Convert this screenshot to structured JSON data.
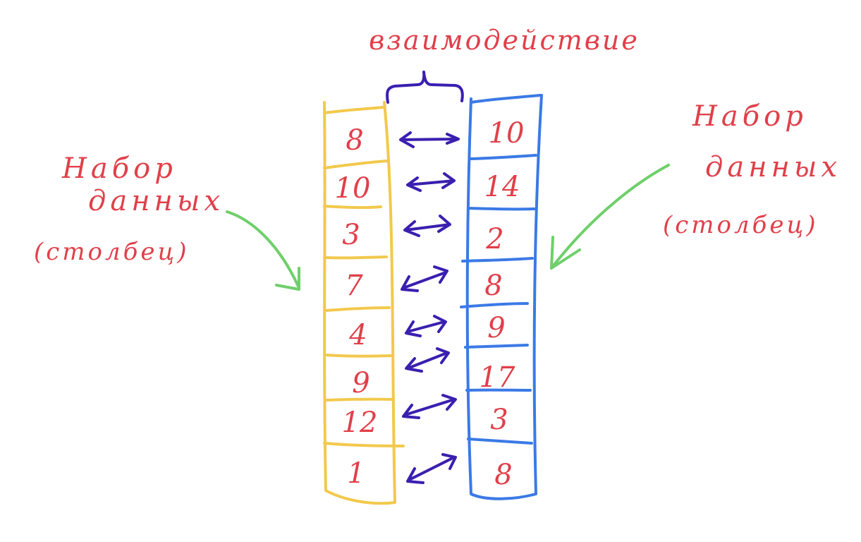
{
  "title": "взаимодействие",
  "left_label": {
    "line1": "Набор",
    "line2": "данных",
    "line3": "(столбец)"
  },
  "right_label": {
    "line1": "Набор",
    "line2": "данных",
    "line3": "(столбец)"
  },
  "left_column": [
    "8",
    "10",
    "3",
    "7",
    "4",
    "9",
    "12",
    "1"
  ],
  "right_column": [
    "10",
    "14",
    "2",
    "8",
    "9",
    "17",
    "3",
    "8"
  ],
  "colors": {
    "text": "#e0404a",
    "left_column": "#f2c94c",
    "right_column": "#3b7ae6",
    "arrows": "#3a1fb0",
    "pointers": "#6fcf6a",
    "brace": "#3a1fb0"
  }
}
